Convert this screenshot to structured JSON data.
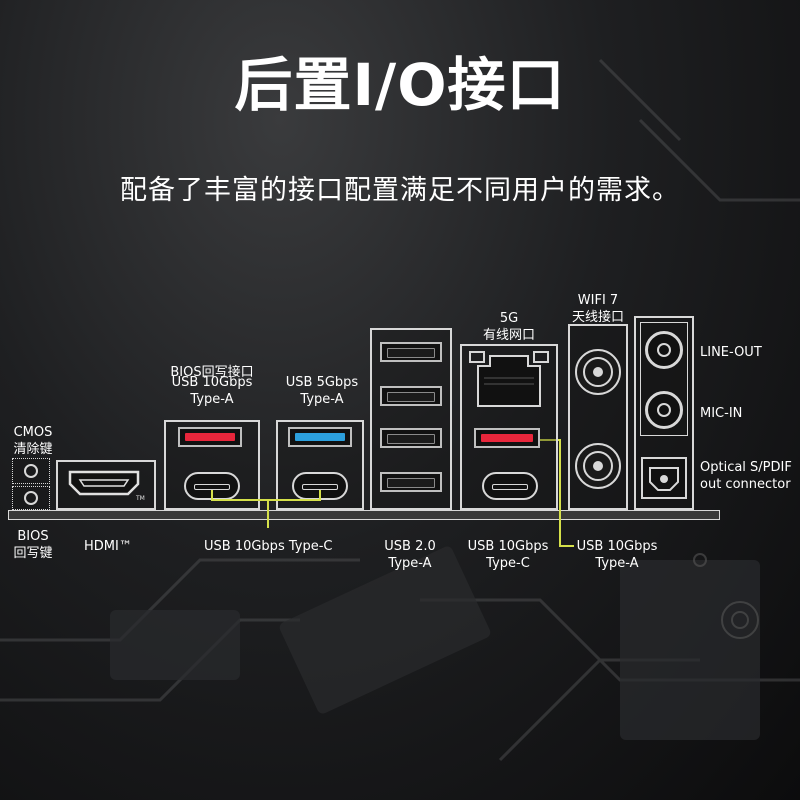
{
  "title": "后置I/O接口",
  "subtitle": "配备了丰富的接口配置满足不同用户的需求。",
  "labels": {
    "cmos_top": "CMOS",
    "cmos_bottom": "清除键",
    "bios_flash_top": "BIOS",
    "bios_flash_bottom": "回写键",
    "hdmi": "HDMI™",
    "hdmi_logo": "TM",
    "bios_flashback_port": "BIOS回写接口",
    "usb10_a_top": "USB 10Gbps",
    "usb10_a_bottom": "Type-A",
    "usb5_top": "USB 5Gbps",
    "usb5_bottom": "Type-A",
    "usb10_c": "USB 10Gbps Type-C",
    "usb20_top": "USB 2.0",
    "usb20_bottom": "Type-A",
    "lan_top": "5G",
    "lan_bottom": "有线网口",
    "usb10c2_top": "USB 10Gbps",
    "usb10c2_bottom": "Type-C",
    "usb10a2_top": "USB 10Gbps",
    "usb10a2_bottom": "Type-A",
    "wifi_top": "WIFI 7",
    "wifi_bottom": "天线接口",
    "line_out": "LINE-OUT",
    "mic_in": "MIC-IN",
    "spdif_top": "Optical S/PDIF",
    "spdif_bottom": "out connector"
  },
  "colors": {
    "usb10_red": "#e8263b",
    "usb5_blue": "#2c9fdc",
    "usb20_gray": "#9a9a9a",
    "connector_line": "#d5e04a"
  },
  "icons": [
    "hdmi-port-icon",
    "usb-a-port-icon",
    "usb-c-port-icon",
    "rj45-port-icon",
    "antenna-connector-icon",
    "audio-jack-icon",
    "optical-port-icon",
    "push-button-icon"
  ]
}
